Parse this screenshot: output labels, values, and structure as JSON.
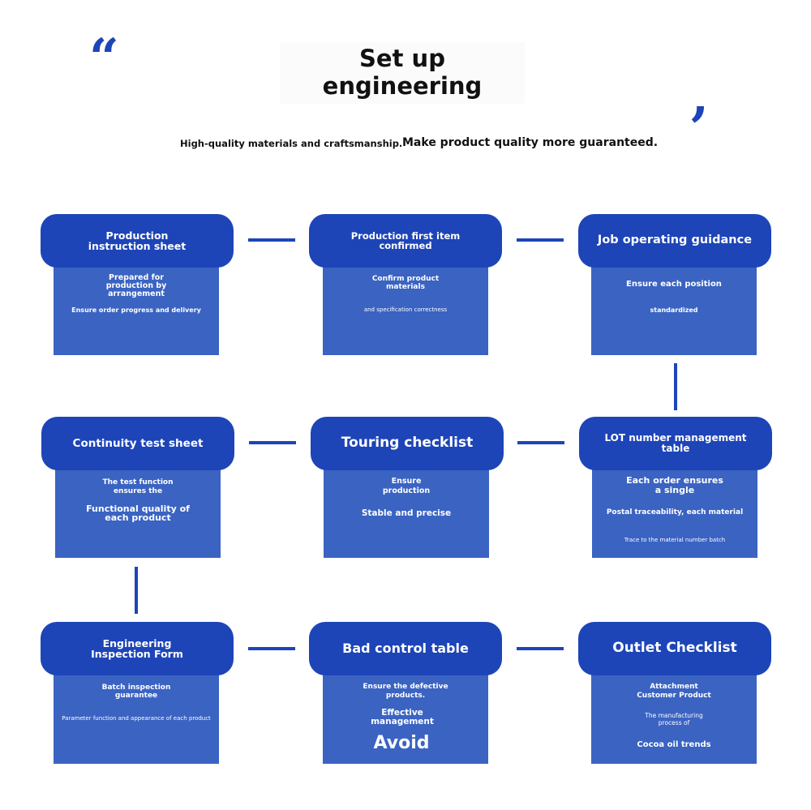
{
  "header": {
    "title_line1": "Set up",
    "title_line2": "engineering",
    "open_quote": "“",
    "close_quote": ",",
    "subtitle_left": "High-quality materials and craftsmanship.",
    "subtitle_right": "Make product quality more guaranteed."
  },
  "colors": {
    "header_blue": "#1d45b8",
    "panel_blue": "#3a63c2",
    "text": "#111111"
  },
  "cards": {
    "c1": {
      "title": "Production instruction sheet",
      "lines": [
        "Prepared for production by arrangement",
        "Ensure order progress and delivery"
      ]
    },
    "c2": {
      "title": "Production first item confirmed",
      "lines": [
        "Confirm product materials",
        "and specification correctness"
      ]
    },
    "c3": {
      "title": "Job operating guidance",
      "lines": [
        "Ensure each position",
        "standardized"
      ]
    },
    "c4": {
      "title": "Continuity test sheet",
      "lines": [
        "The test function ensures the",
        "Functional quality of each product"
      ]
    },
    "c5": {
      "title": "Touring checklist",
      "lines": [
        "Ensure production",
        "Stable and precise"
      ]
    },
    "c6": {
      "title": "LOT number management table",
      "lines": [
        "Each order ensures a single",
        "Postal traceability, each material",
        "Trace to the material number batch"
      ]
    },
    "c7": {
      "title": "Engineering Inspection Form",
      "lines": [
        "Batch inspection guarantee",
        "Parameter function and appearance of each product"
      ]
    },
    "c8": {
      "title": "Bad control table",
      "lines": [
        "Ensure the defective products.",
        "Effective management",
        "Avoid"
      ]
    },
    "c9": {
      "title": "Outlet Checklist",
      "lines": [
        "Attachment Customer Product",
        "The manufacturing process of",
        "Cocoa oil trends"
      ]
    }
  }
}
